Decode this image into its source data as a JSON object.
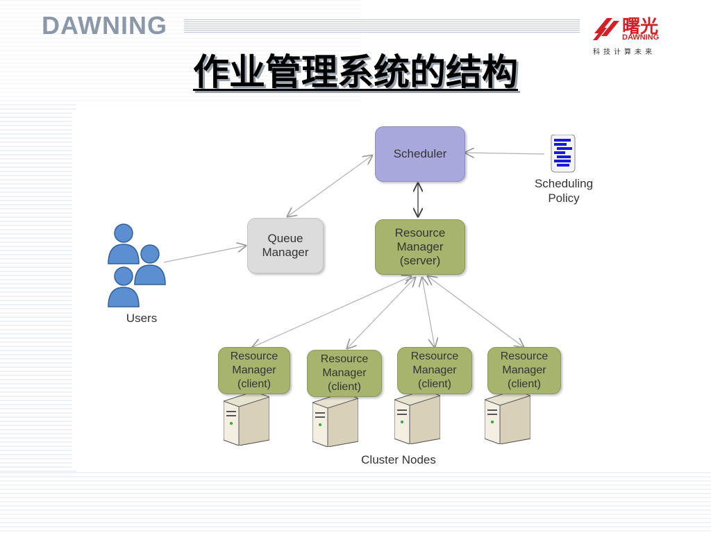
{
  "header": {
    "brand_word": "DAWNING",
    "logo_cn": "曙光",
    "logo_en": "DAWNING",
    "logo_slogan": "科技计算未来"
  },
  "slide": {
    "title": "作业管理系统的结构"
  },
  "diagram": {
    "scheduler": "Scheduler",
    "queue_manager": "Queue\nManager",
    "rm_server": "Resource\nManager\n(server)",
    "scheduling_policy": "Scheduling\nPolicy",
    "users": "Users",
    "rm_client": "Resource\nManager\n(client)",
    "cluster_nodes": "Cluster Nodes"
  },
  "colors": {
    "scheduler_fill": "#a8a8dc",
    "queue_fill": "#dcdcdc",
    "rm_fill": "#a7b46e",
    "user_icon": "#5b8fd1",
    "logo_red": "#d22027"
  }
}
